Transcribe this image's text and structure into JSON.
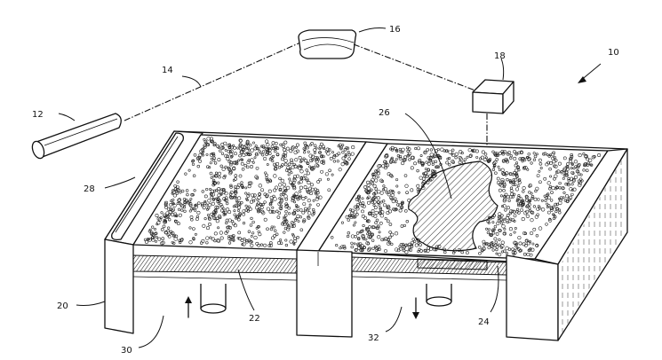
{
  "figure": {
    "labels": {
      "ref_10": "10",
      "ref_12": "12",
      "ref_14": "14",
      "ref_16": "16",
      "ref_18": "18",
      "ref_20": "20",
      "ref_22": "22",
      "ref_24": "24",
      "ref_26": "26",
      "ref_28": "28",
      "ref_30": "30",
      "ref_32": "32"
    },
    "colors": {
      "ink": "#111111",
      "paper": "#ffffff"
    }
  }
}
